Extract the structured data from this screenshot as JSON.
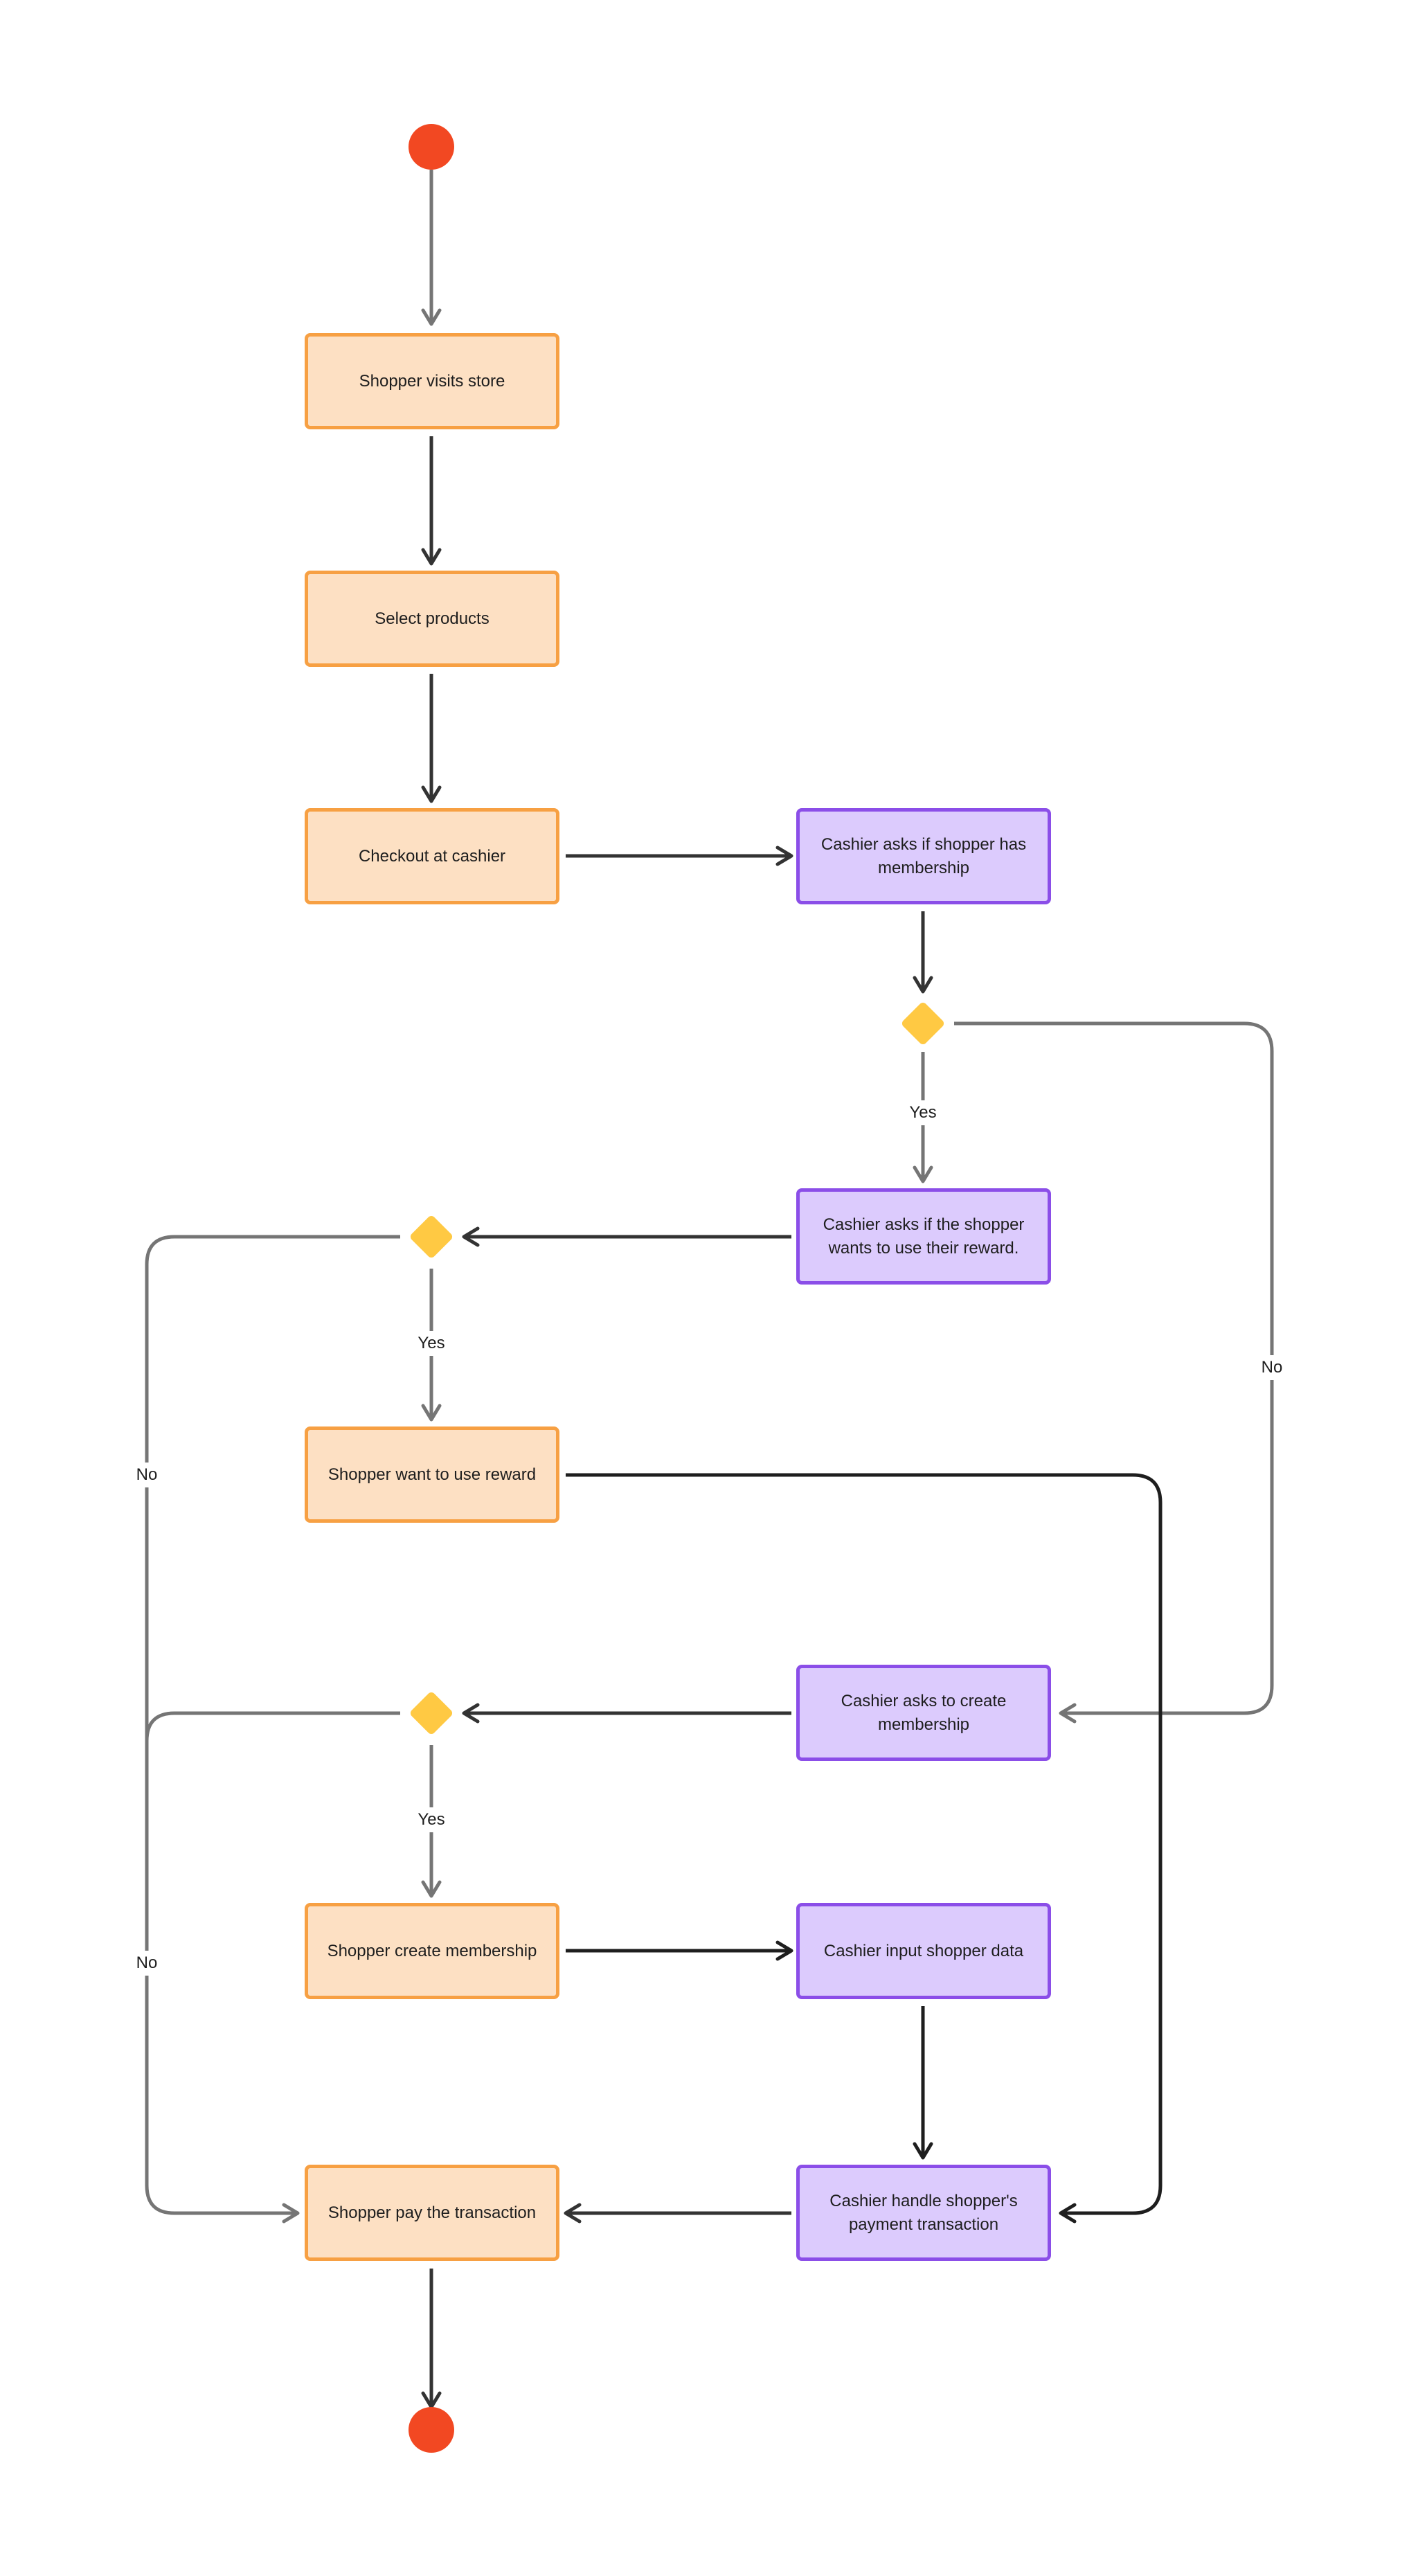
{
  "colors": {
    "terminal": "#f24822",
    "decision": "#ffc943",
    "shopper_fill": "#fde0c3",
    "shopper_stroke": "#f7a043",
    "cashier_fill": "#dccbfd",
    "cashier_stroke": "#8b4ee8",
    "edge_gray": "#757575",
    "edge_dark": "#333333",
    "edge_black": "#1e1e1e"
  },
  "nodes": {
    "visit": "Shopper visits store",
    "select": "Select products",
    "checkout": "Checkout at cashier",
    "ask_membership": "Cashier asks if shopper has membership",
    "ask_reward": "Cashier asks if the shopper wants to use their reward.",
    "use_reward": "Shopper want to use reward",
    "ask_create": "Cashier asks to create membership",
    "create_membership": "Shopper create membership",
    "input_data": "Cashier input shopper data",
    "handle_payment": "Cashier handle shopper's payment transaction",
    "pay": "Shopper pay the transaction"
  },
  "labels": {
    "yes": "Yes",
    "no": "No"
  }
}
